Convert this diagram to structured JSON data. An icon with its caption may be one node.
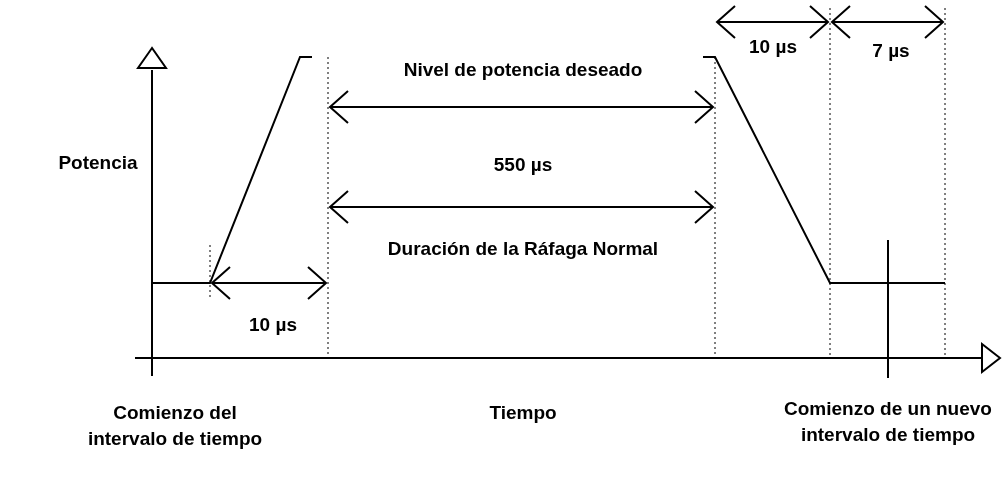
{
  "diagram": {
    "labels": [
      "10 µs",
      "7 µs",
      "Nivel de potencia deseado",
      "Potencia",
      "550 µs",
      "Duración de la Ráfaga Normal",
      "10 µs",
      "Comienzo del intervalo de tiempo",
      "Tiempo",
      "Comienzo de un nuevo intervalo de tiempo"
    ]
  }
}
